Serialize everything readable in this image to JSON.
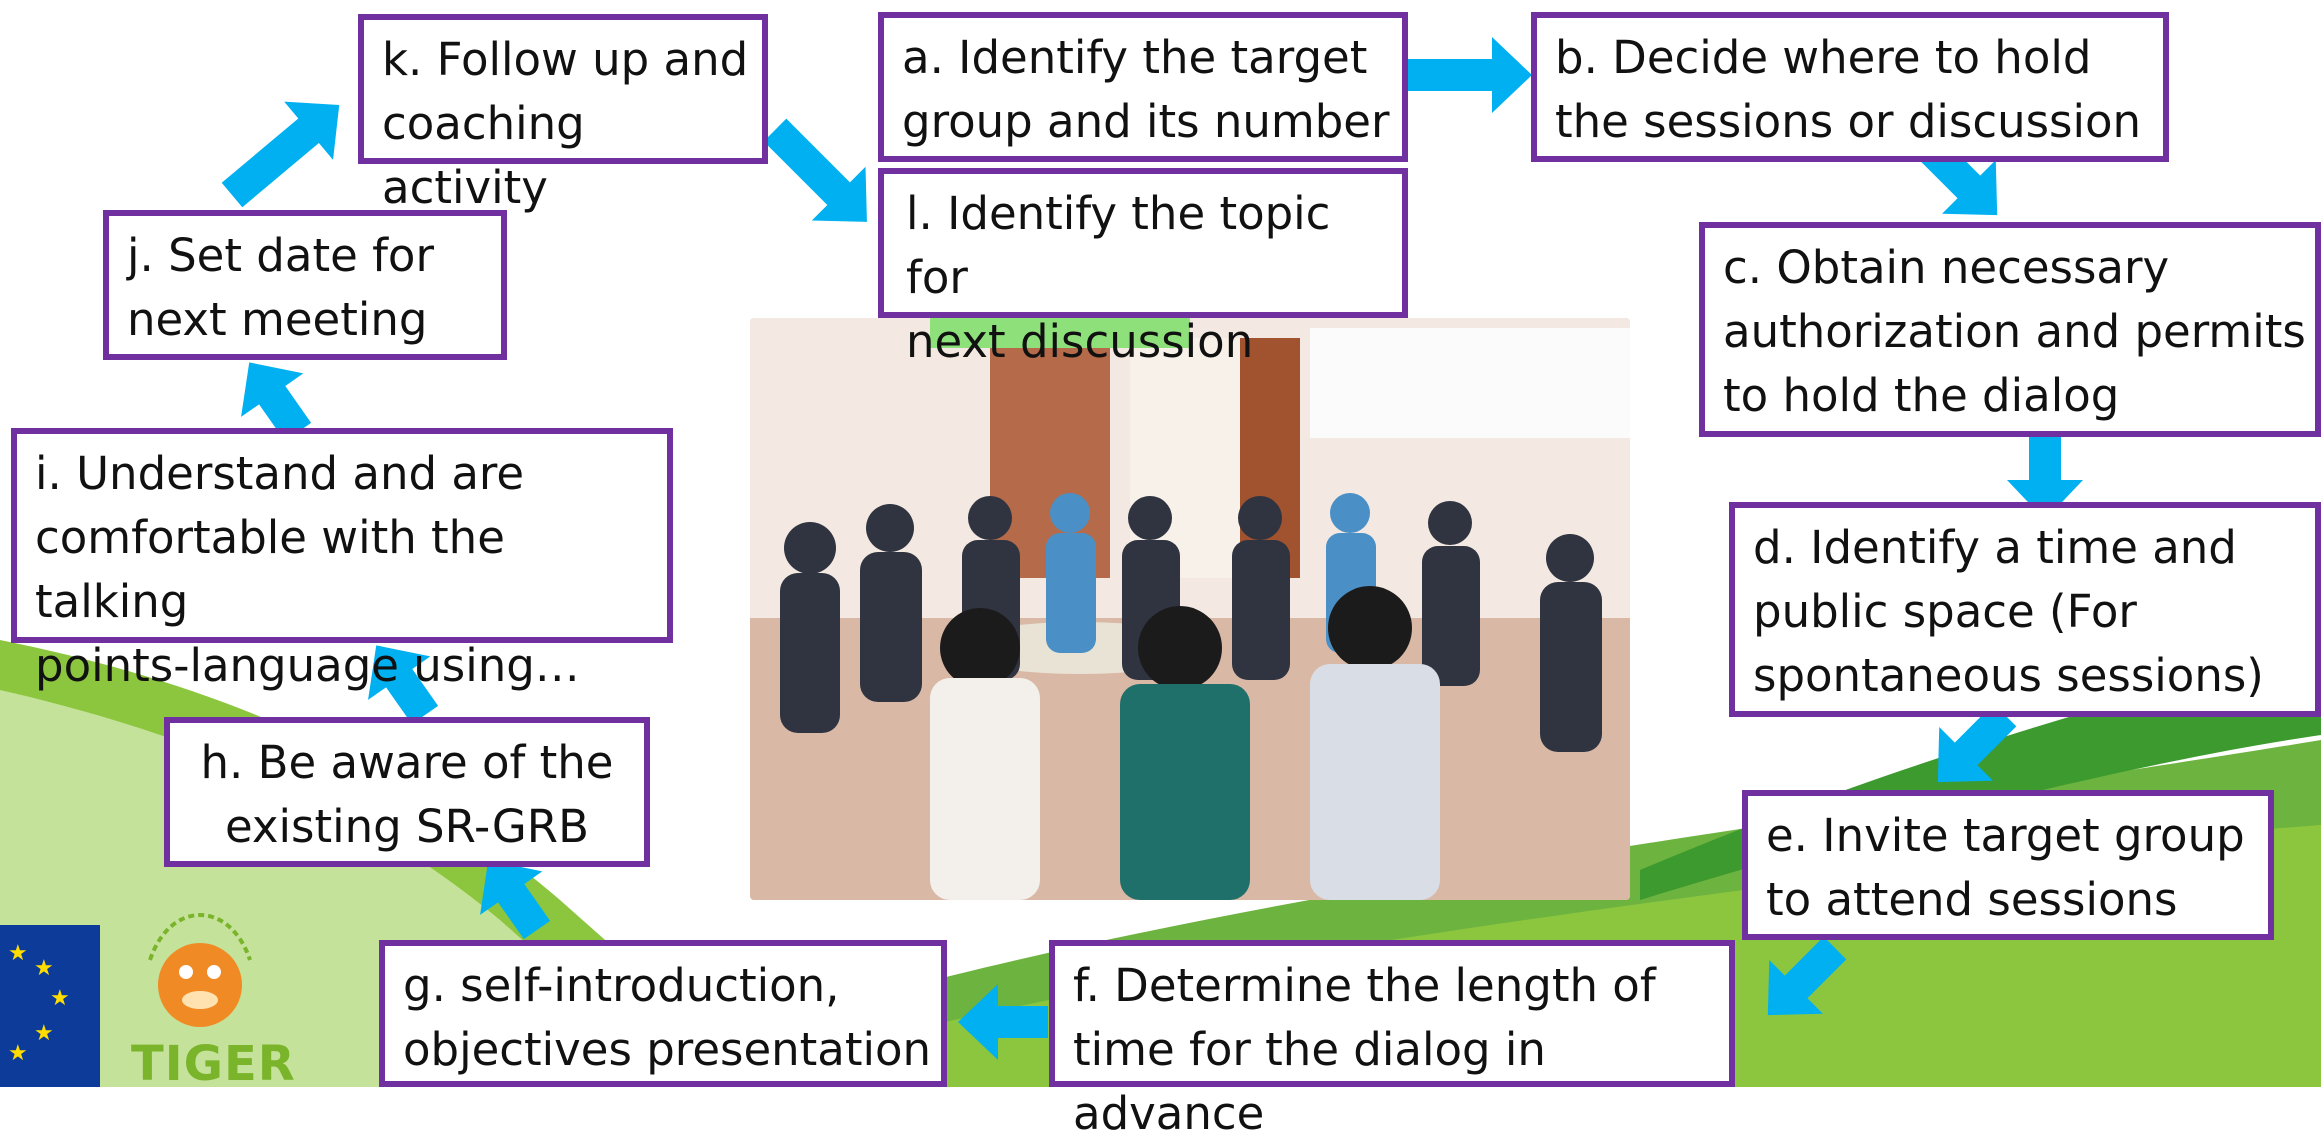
{
  "steps": {
    "a": "a. Identify the target\ngroup and its number",
    "b": "b. Decide where to hold\nthe sessions or discussion",
    "c": "c. Obtain necessary\nauthorization and permits\nto hold the dialog",
    "d": "d. Identify a time and\npublic space (For\nspontaneous sessions)",
    "e": "e. Invite target group\nto attend sessions",
    "f": "f. Determine the length of\ntime for the dialog in advance",
    "g": "g. self-introduction,\nobjectives presentation",
    "h": "h. Be aware of the\nexisting SR-GRB",
    "i": "i. Understand and are\ncomfortable with the talking\npoints-language using…",
    "j": "j. Set date for\nnext meeting",
    "k": "k. Follow up and\ncoaching activity",
    "l": "l. Identify the topic for\nnext discussion"
  },
  "logo": {
    "name": "TIGER"
  },
  "colors": {
    "box_border": "#7030a0",
    "arrow": "#00b0f0",
    "green_dark": "#3c9a2e",
    "green_light": "#8cc63f"
  }
}
